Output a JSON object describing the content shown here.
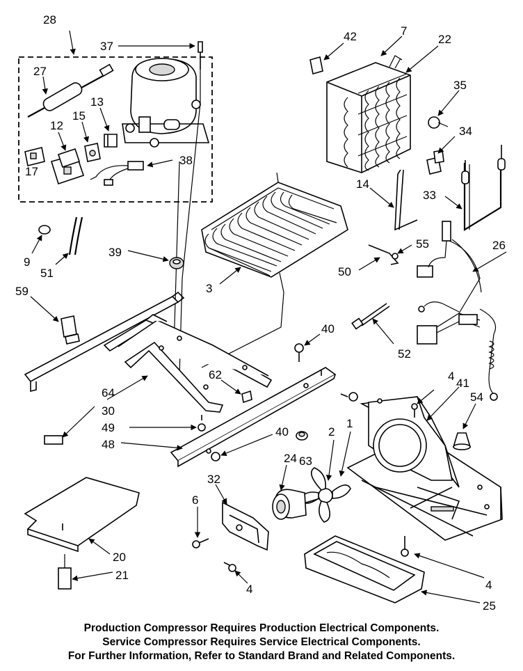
{
  "callouts": {
    "c28": "28",
    "c37": "37",
    "c27": "27",
    "c13": "13",
    "c15": "15",
    "c12": "12",
    "c17": "17",
    "c38": "38",
    "c42": "42",
    "c7": "7",
    "c22": "22",
    "c35": "35",
    "c34": "34",
    "c14": "14",
    "c33": "33",
    "c9": "9",
    "c51": "51",
    "c39": "39",
    "c3": "3",
    "c55": "55",
    "c50": "50",
    "c26": "26",
    "c59": "59",
    "c40a": "40",
    "c52": "52",
    "c62": "62",
    "c4a": "4",
    "c41": "41",
    "c64": "64",
    "c30": "30",
    "c54": "54",
    "c49": "49",
    "c40b": "40",
    "c1": "1",
    "c2": "2",
    "c48": "48",
    "c24": "24",
    "c63": "63",
    "c32": "32",
    "c6": "6",
    "c20": "20",
    "c21": "21",
    "c4b": "4",
    "c4c": "4",
    "c25": "25"
  },
  "footer": {
    "line1": "Production Compressor Requires Production Electrical Components.",
    "line2": "Service Compressor Requires Service Electrical Components.",
    "line3": "For Further Information, Refer to Standard Brand and Related Components."
  }
}
